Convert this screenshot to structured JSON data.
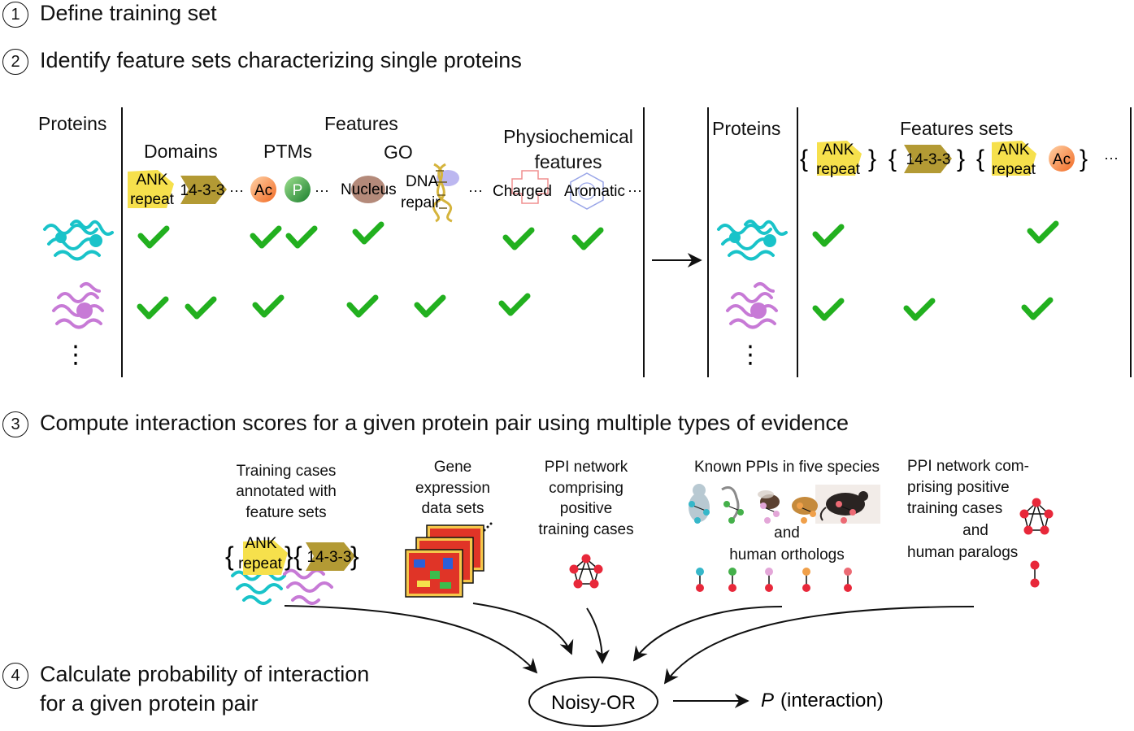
{
  "steps": [
    {
      "num": "1",
      "text": "Define training set"
    },
    {
      "num": "2",
      "text": "Identify feature sets characterizing single proteins"
    },
    {
      "num": "3",
      "text": "Compute interaction scores for a given protein pair using multiple types of evidence"
    },
    {
      "num": "4",
      "line1": "Calculate probability of interaction",
      "line2": "for a given protein pair"
    }
  ],
  "left_table": {
    "proteins_header": "Proteins",
    "features_header": "Features",
    "groups": [
      "Domains",
      "PTMs",
      "GO"
    ],
    "physio_header": [
      "Physiochemical",
      "features"
    ],
    "feature_labels": {
      "ank1": "ANK",
      "ank2": "repeat",
      "fourteen": "14-3-3",
      "ac": "Ac",
      "p": "P",
      "nucleus": "Nucleus",
      "dna1": "DNA",
      "dna2": "repair",
      "charged": "Charged",
      "aromatic": "Aromatic"
    },
    "ellipsis": "···",
    "vdots": "⋮"
  },
  "right_table": {
    "proteins_header": "Proteins",
    "features_header": "Features sets",
    "ellipsis": "···",
    "vdots": "⋮"
  },
  "evidence": {
    "training": [
      "Training cases",
      "annotated with",
      "feature sets"
    ],
    "expression": [
      "Gene",
      "expression",
      "data sets"
    ],
    "ppi": [
      "PPI network",
      "comprising",
      "positive",
      "training cases"
    ],
    "known": {
      "title": "Known PPIs in five species",
      "and": "and",
      "orthologs": "human orthologs"
    },
    "paralogs": [
      "PPI network com-",
      "prising positive",
      "training cases",
      "and",
      "human paralogs"
    ]
  },
  "model": {
    "node": "Noisy-OR",
    "output_symbol": "P",
    "output_text": "(interaction)"
  },
  "colors": {
    "cyan_protein": "#19c3c9",
    "violet_protein": "#c77ad6",
    "check": "#22b01f",
    "ank": "#f6e04c",
    "fourteen": "#b39a34",
    "ptm_ac": "#f5883d",
    "ptm_p": "#2d9b3c",
    "nucleus": "#b48a7a",
    "network_node": "#e8283a"
  }
}
